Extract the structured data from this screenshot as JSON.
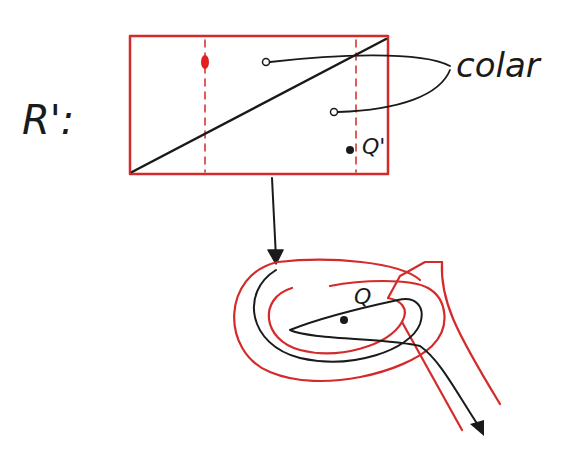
{
  "diagram": {
    "labels": [
      "R':",
      "colar",
      "Q'",
      "Q"
    ]
  }
}
